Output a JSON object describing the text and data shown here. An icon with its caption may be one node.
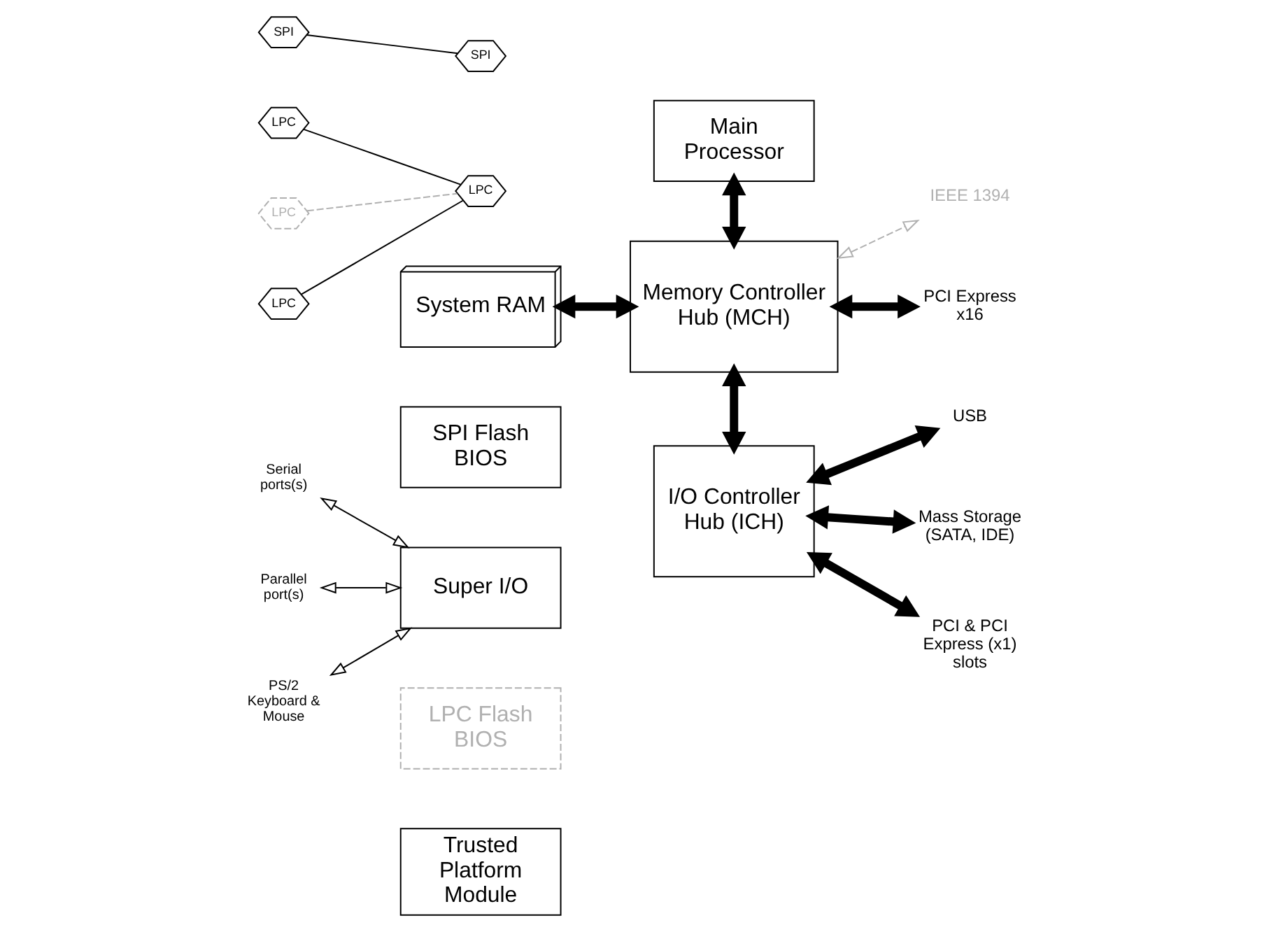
{
  "diagram": {
    "nodes": [
      {
        "text": [
          "Main Processor"
        ]
      },
      {
        "text": [
          "System RAM"
        ]
      },
      {
        "text": [
          "Memory Controller Hub (MCH)"
        ]
      },
      {
        "text": [
          "IEEE 1394"
        ]
      },
      {
        "text": [
          "PCI Express x16"
        ]
      },
      {
        "text": [
          "SPI Flash BIOS"
        ]
      },
      {
        "text": [
          "SPI"
        ]
      },
      {
        "text": [
          "SPI"
        ]
      },
      {
        "text": [
          "I/O Controller Hub (ICH)"
        ]
      },
      {
        "text": [
          "USB"
        ]
      },
      {
        "text": [
          "Mass Storage (SATA, IDE)"
        ]
      },
      {
        "text": [
          "PCI & PCI Express (x1) slots"
        ]
      },
      {
        "text": [
          "Serial ports(s)"
        ]
      },
      {
        "text": [
          "Parallel port(s)"
        ]
      },
      {
        "text": [
          "PS/2 Keyboard & Mouse"
        ]
      },
      {
        "text": [
          "Super I/O"
        ]
      },
      {
        "text": [
          "LPC"
        ]
      },
      {
        "text": [
          "LPC"
        ]
      },
      {
        "text": [
          "LPC Flash BIOS"
        ]
      },
      {
        "text": [
          "LPC"
        ]
      },
      {
        "text": [
          "Trusted Platform Module"
        ]
      },
      {
        "text": [
          "LPC"
        ]
      }
    ],
    "edges": [
      {
        "from": 0,
        "to": 2,
        "arrow": "both",
        "style": "thick"
      },
      {
        "from": 1,
        "to": 2,
        "arrow": "both",
        "style": "thick"
      },
      {
        "from": 2,
        "to": 3,
        "arrow": "both",
        "style": "dashed",
        "color": "#b0b0b0"
      },
      {
        "from": 2,
        "to": 4,
        "arrow": "both",
        "style": "thick"
      },
      {
        "from": 2,
        "to": 8,
        "arrow": "both",
        "style": "thick"
      },
      {
        "from": 6,
        "to": 7,
        "arrow": "none"
      },
      {
        "from": 8,
        "to": 9,
        "arrow": "both",
        "style": "thick"
      },
      {
        "from": 8,
        "to": 10,
        "arrow": "both",
        "style": "thick"
      },
      {
        "from": 8,
        "to": 11,
        "arrow": "both",
        "style": "thick"
      },
      {
        "from": 12,
        "to": 15,
        "arrow": "both"
      },
      {
        "from": 13,
        "to": 15,
        "arrow": "both"
      },
      {
        "from": 14,
        "to": 15,
        "arrow": "both"
      },
      {
        "from": 16,
        "to": 17,
        "arrow": "none"
      },
      {
        "from": 19,
        "to": 17,
        "arrow": "none",
        "style": "dashed",
        "color": "#b0b0b0"
      },
      {
        "from": 21,
        "to": 17,
        "arrow": "none"
      }
    ]
  }
}
